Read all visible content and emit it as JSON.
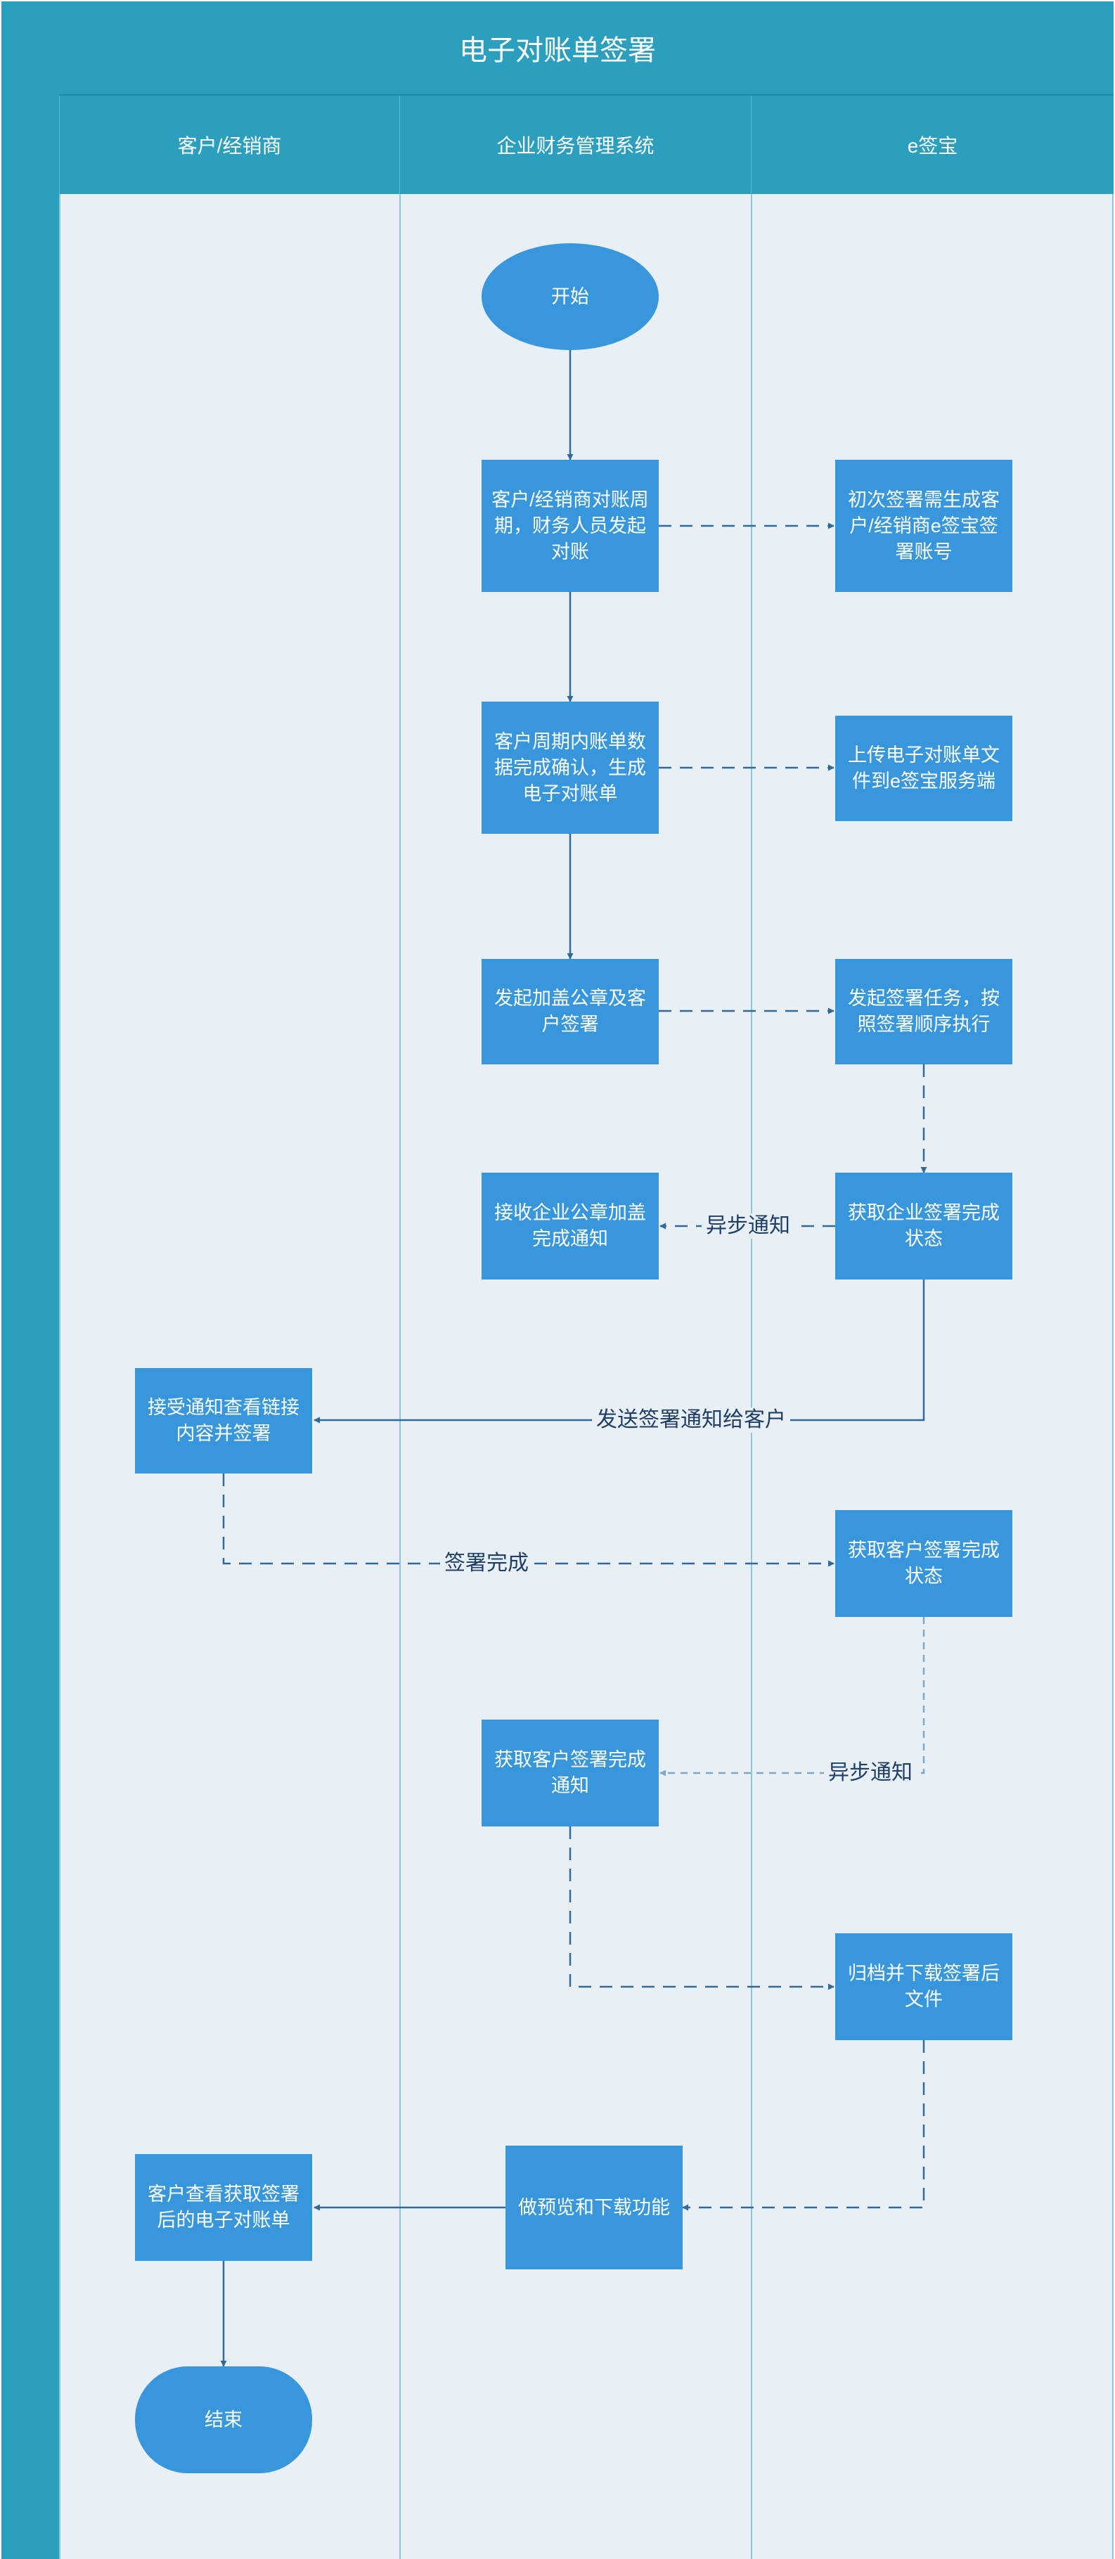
{
  "title": "电子对账单签署",
  "lanes": [
    {
      "id": "customer",
      "label": "客户/经销商"
    },
    {
      "id": "finance",
      "label": "企业财务管理系统"
    },
    {
      "id": "esign",
      "label": "e签宝"
    }
  ],
  "nodes": [
    {
      "id": "start",
      "shape": "ellipse",
      "lane": "finance",
      "text": "开始"
    },
    {
      "id": "initiate",
      "shape": "rect",
      "lane": "finance",
      "text": "客户/经销商对账周期，财务人员发起对账"
    },
    {
      "id": "create_account",
      "shape": "rect",
      "lane": "esign",
      "text": "初次签署需生成客户/经销商e签宝签署账号"
    },
    {
      "id": "confirm_data",
      "shape": "rect",
      "lane": "finance",
      "text": "客户周期内账单数据完成确认，生成电子对账单"
    },
    {
      "id": "upload",
      "shape": "rect",
      "lane": "esign",
      "text": "上传电子对账单文件到e签宝服务端"
    },
    {
      "id": "start_sign",
      "shape": "rect",
      "lane": "finance",
      "text": "发起加盖公章及客户签署"
    },
    {
      "id": "sign_task",
      "shape": "rect",
      "lane": "esign",
      "text": "发起签署任务，按照签署顺序执行"
    },
    {
      "id": "seal_notice",
      "shape": "rect",
      "lane": "finance",
      "text": "接收企业公章加盖完成通知"
    },
    {
      "id": "enterprise_status",
      "shape": "rect",
      "lane": "esign",
      "text": "获取企业签署完成状态"
    },
    {
      "id": "customer_sign",
      "shape": "rect",
      "lane": "customer",
      "text": "接受通知查看链接内容并签署"
    },
    {
      "id": "customer_status",
      "shape": "rect",
      "lane": "esign",
      "text": "获取客户签署完成状态"
    },
    {
      "id": "customer_notice",
      "shape": "rect",
      "lane": "finance",
      "text": "获取客户签署完成通知"
    },
    {
      "id": "archive",
      "shape": "rect",
      "lane": "esign",
      "text": "归档并下载签署后文件"
    },
    {
      "id": "preview",
      "shape": "rect",
      "lane": "finance",
      "text": "做预览和下载功能"
    },
    {
      "id": "customer_view",
      "shape": "rect",
      "lane": "customer",
      "text": "客户查看获取签署后的电子对账单"
    },
    {
      "id": "end",
      "shape": "stadium",
      "lane": "customer",
      "text": "结束"
    }
  ],
  "edges": [
    {
      "from": "start",
      "to": "initiate",
      "style": "solid"
    },
    {
      "from": "initiate",
      "to": "create_account",
      "style": "dashed"
    },
    {
      "from": "initiate",
      "to": "confirm_data",
      "style": "solid"
    },
    {
      "from": "confirm_data",
      "to": "upload",
      "style": "dashed"
    },
    {
      "from": "confirm_data",
      "to": "start_sign",
      "style": "solid"
    },
    {
      "from": "start_sign",
      "to": "sign_task",
      "style": "dashed"
    },
    {
      "from": "sign_task",
      "to": "enterprise_status",
      "style": "dashed"
    },
    {
      "from": "enterprise_status",
      "to": "seal_notice",
      "style": "dashed",
      "label": "异步通知"
    },
    {
      "from": "enterprise_status",
      "to": "customer_sign",
      "style": "solid",
      "label": "发送签署通知给客户"
    },
    {
      "from": "customer_sign",
      "to": "customer_status",
      "style": "dashed",
      "label": "签署完成"
    },
    {
      "from": "customer_status",
      "to": "customer_notice",
      "style": "dashed-light",
      "label": "异步通知"
    },
    {
      "from": "customer_notice",
      "to": "archive",
      "style": "dashed"
    },
    {
      "from": "archive",
      "to": "preview",
      "style": "dashed"
    },
    {
      "from": "preview",
      "to": "customer_view",
      "style": "solid"
    },
    {
      "from": "customer_view",
      "to": "end",
      "style": "solid"
    }
  ],
  "colors": {
    "header": "#2b9fbd",
    "lane_background": "#e8eff5",
    "node_fill": "#3896dc",
    "edge": "#2f6a9a",
    "label_text": "#1f3f66"
  }
}
